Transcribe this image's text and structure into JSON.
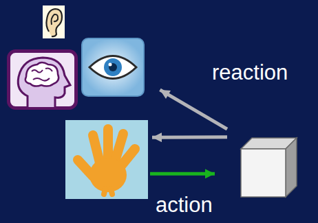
{
  "diagram": {
    "nodes": [
      {
        "text": []
      },
      {
        "text": []
      },
      {
        "text": []
      }
    ],
    "edges": [
      {
        "from": 2,
        "to": 0,
        "arrow": "to",
        "label": "reaction"
      },
      {
        "from": 2,
        "to": 1,
        "arrow": "to"
      },
      {
        "from": 1,
        "to": 2,
        "arrow": "to",
        "label": "action"
      }
    ]
  }
}
